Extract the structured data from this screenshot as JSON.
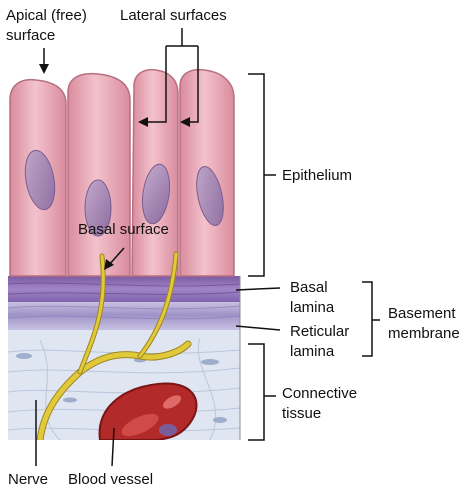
{
  "labels": {
    "apical_line1": "Apical (free)",
    "apical_line2": "surface",
    "lateral": "Lateral surfaces",
    "epithelium": "Epithelium",
    "basal_surface": "Basal surface",
    "basal_lamina_line1": "Basal",
    "basal_lamina_line2": "lamina",
    "basement_line1": "Basement",
    "basement_line2": "membrane",
    "reticular_line1": "Reticular",
    "reticular_line2": "lamina",
    "connective_line1": "Connective",
    "connective_line2": "tissue",
    "nerve": "Nerve",
    "blood_vessel": "Blood vessel"
  },
  "colors": {
    "cell_fill": "#e9a9b6",
    "cell_edge": "#b86f80",
    "nucleus": "#a98bb4",
    "basal_lamina": "#8a6bb0",
    "reticular_lamina": "#b9b3d6",
    "connective": "#dfe6f2",
    "nerve": "#e2c93a",
    "vessel": "#b32a2a",
    "leader": "#111111"
  }
}
